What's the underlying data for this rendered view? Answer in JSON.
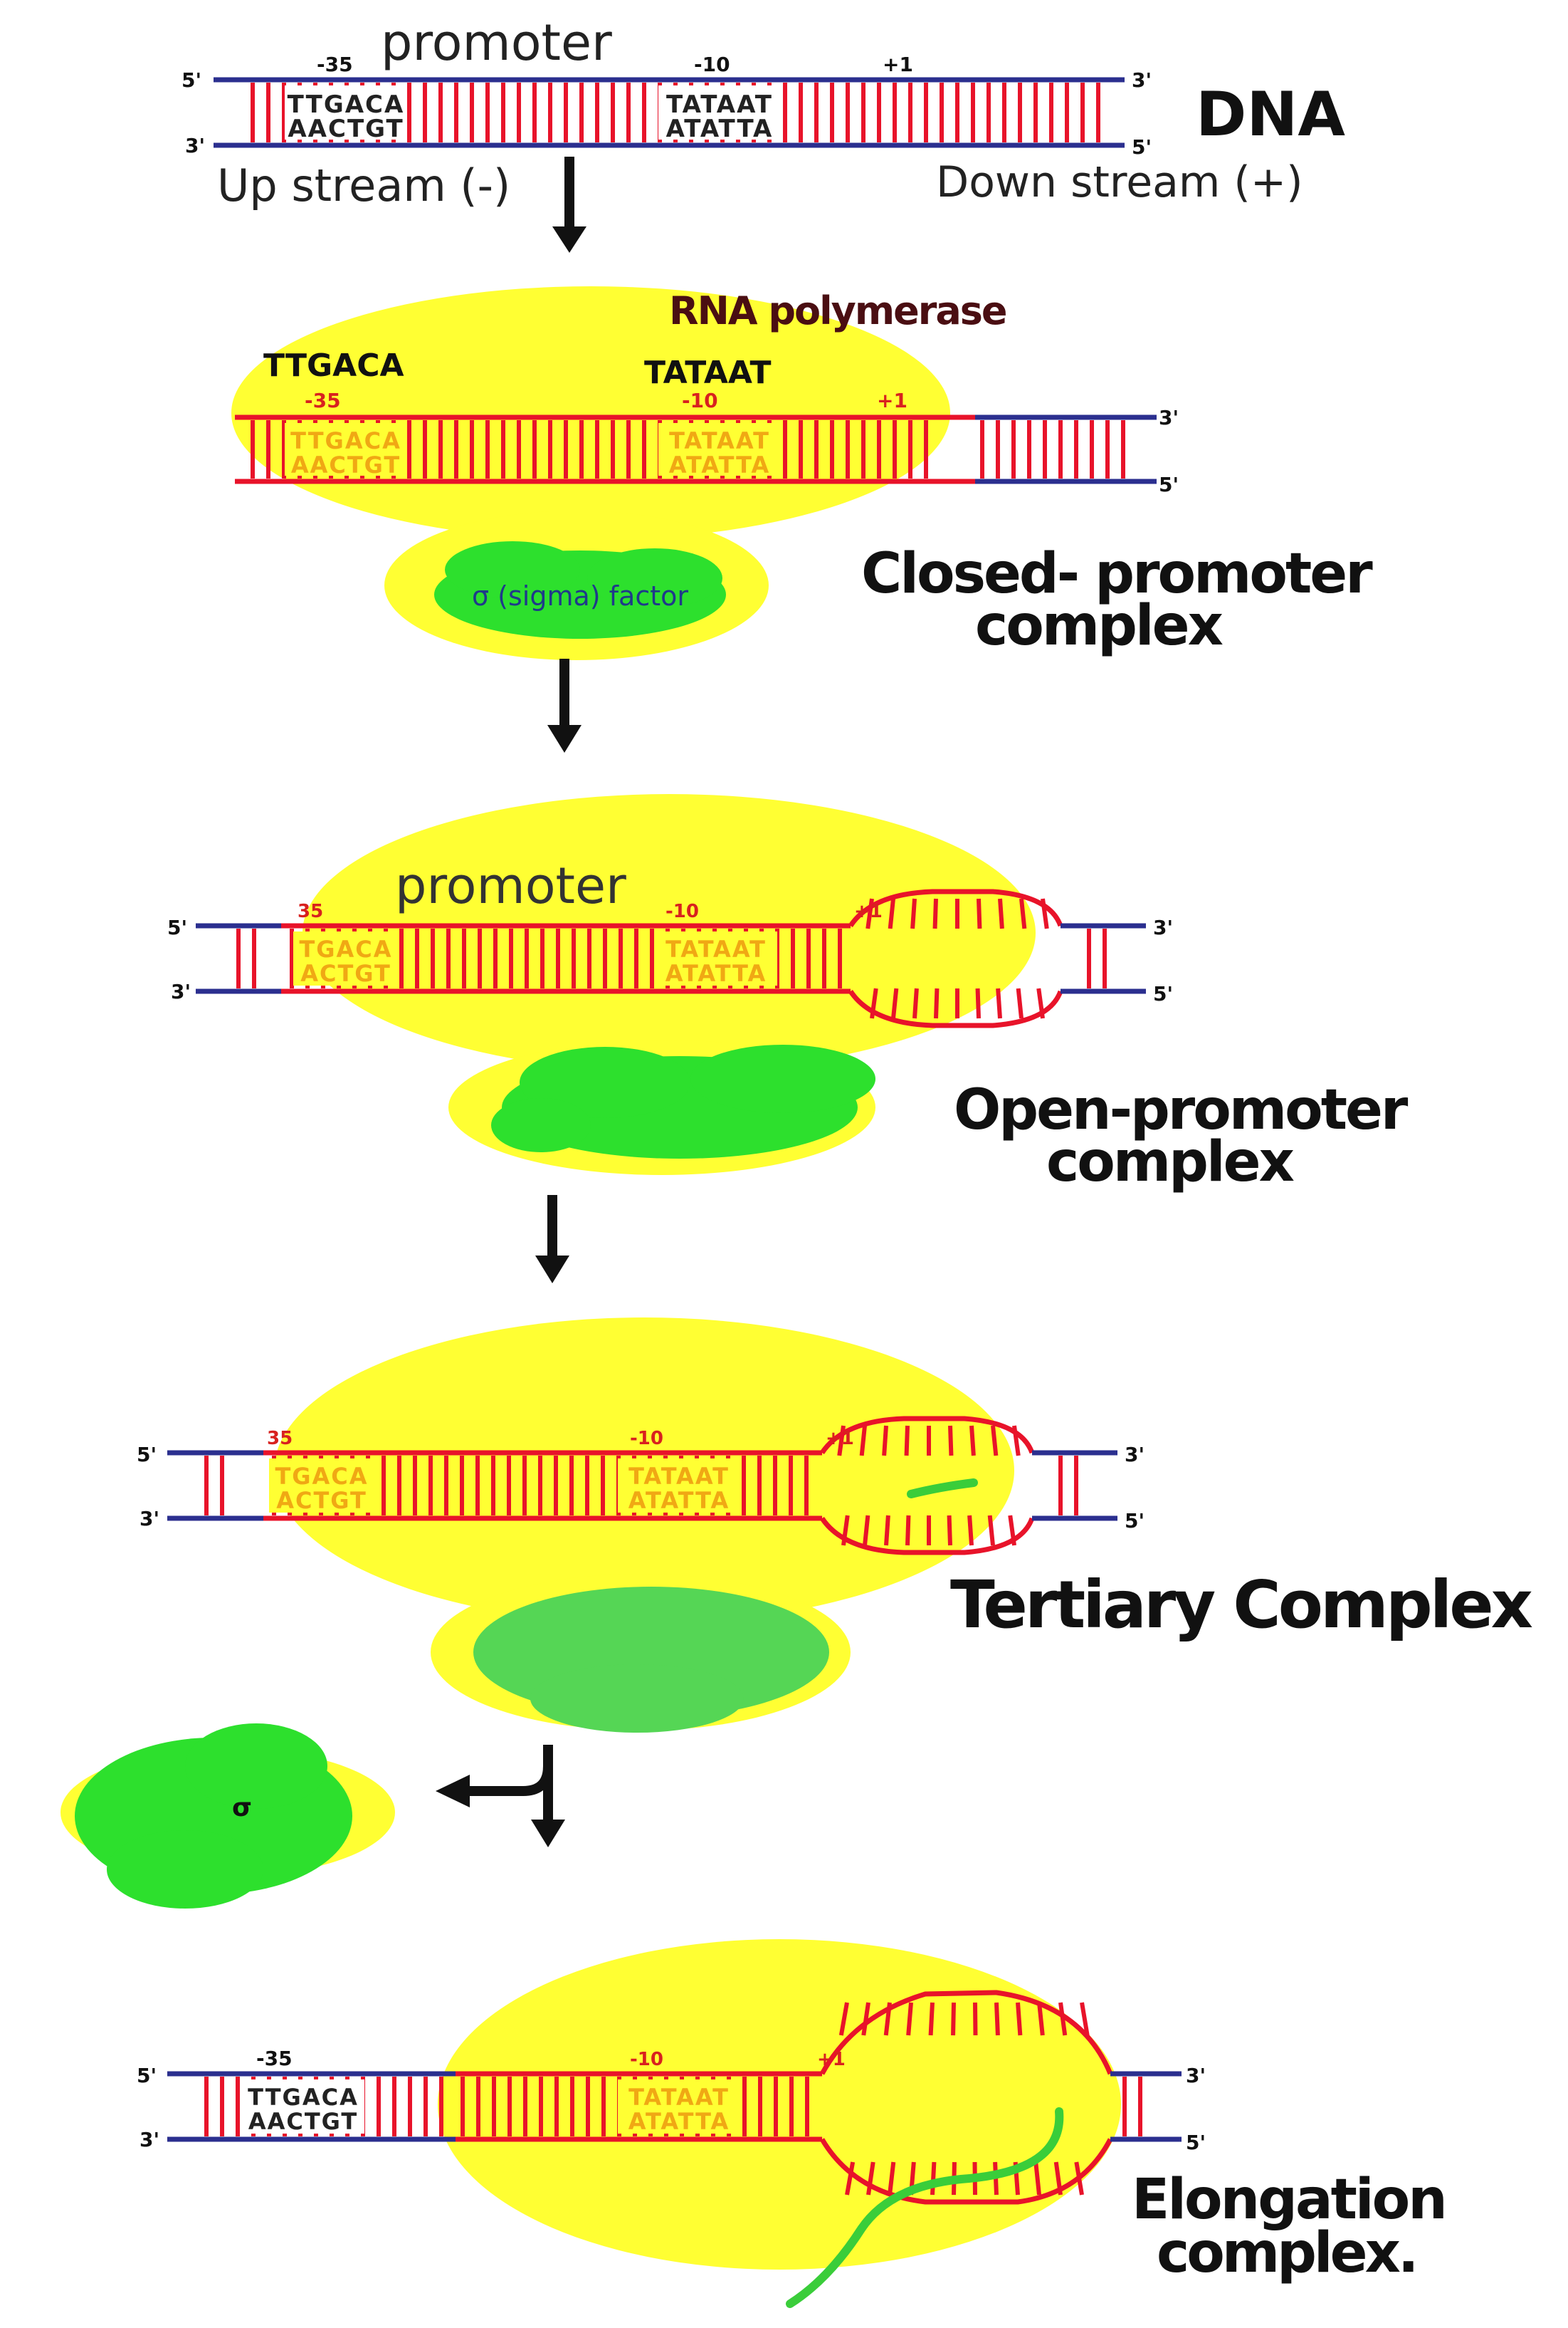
{
  "colors": {
    "blob": "#FFFF33",
    "sigma": "#2DE02D",
    "sigma_light": "#55D655",
    "strand": "#2B2F8F",
    "rung": "#E8132A",
    "seq_gold": "#F0A814",
    "rna": "#3ACD3A",
    "text": "#111111"
  },
  "dna_top": {
    "promoter": "promoter",
    "pos_35": "-35",
    "pos_10": "-10",
    "pos_1": "+1",
    "seq_top_35": "TTGACA",
    "seq_bot_35": "AACTGT",
    "seq_top_10": "TATAAT",
    "seq_bot_10": "ATATTA",
    "end_5": "5'",
    "end_3": "3'",
    "label": "DNA",
    "upstream": "Up stream (-)",
    "downstream": "Down stream (+)"
  },
  "closed": {
    "rnap": "RNA polymerase",
    "ttgaca": "TTGACA",
    "tataat": "TATAAT",
    "pos_35": "-35",
    "pos_10": "-10",
    "pos_1": "+1",
    "seq_top_35": "TTGACA",
    "seq_bot_35": "AACTGT",
    "seq_top_10": "TATAAT",
    "seq_bot_10": "ATATTA",
    "sigma": "σ (sigma) factor",
    "end_3": "3'",
    "end_5": "5'",
    "label_line1": "Closed- promoter",
    "label_line2": "complex"
  },
  "open": {
    "promoter": "promoter",
    "pos_35": "35",
    "pos_10": "-10",
    "pos_1": "+1",
    "seq_top_35": "TGACA",
    "seq_bot_35": "ACTGT",
    "seq_top_10": "TATAAT",
    "seq_bot_10": "ATATTA",
    "end_5": "5'",
    "end_3": "3'",
    "label_line1": "Open-promoter",
    "label_line2": "complex"
  },
  "tertiary": {
    "pos_35": "35",
    "pos_10": "-10",
    "pos_1": "+1",
    "seq_top_35": "TGACA",
    "seq_bot_35": "ACTGT",
    "seq_top_10": "TATAAT",
    "seq_bot_10": "ATATTA",
    "end_5": "5'",
    "end_3": "3'",
    "label": "Tertiary Complex"
  },
  "release": {
    "sigma": "σ"
  },
  "elongation": {
    "pos_35": "-35",
    "pos_10": "-10",
    "pos_1": "+1",
    "seq_top_35": "TTGACA",
    "seq_bot_35": "AACTGT",
    "seq_top_10": "TATAAT",
    "seq_bot_10": "ATATTA",
    "end_5": "5'",
    "end_3": "3'",
    "label_line1": "Elongation",
    "label_line2": "complex."
  }
}
